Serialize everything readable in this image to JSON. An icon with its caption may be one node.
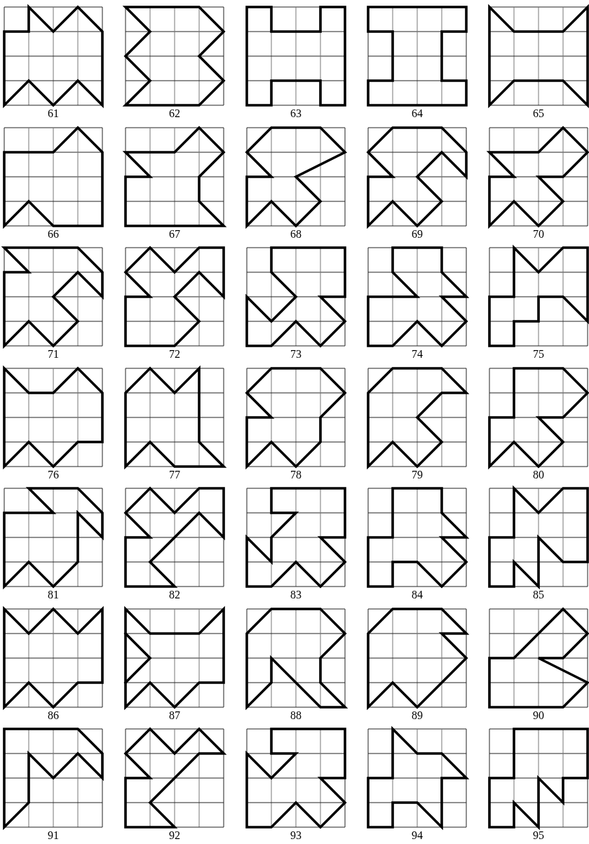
{
  "diagram": {
    "labels": [
      "61",
      "62",
      "63",
      "64",
      "65",
      "66",
      "67",
      "68",
      "69",
      "70",
      "71",
      "72",
      "73",
      "74",
      "75",
      "76",
      "77",
      "78",
      "79",
      "80",
      "81",
      "82",
      "83",
      "84",
      "85",
      "86",
      "87",
      "88",
      "89",
      "90",
      "91",
      "92",
      "93",
      "94",
      "95"
    ]
  }
}
